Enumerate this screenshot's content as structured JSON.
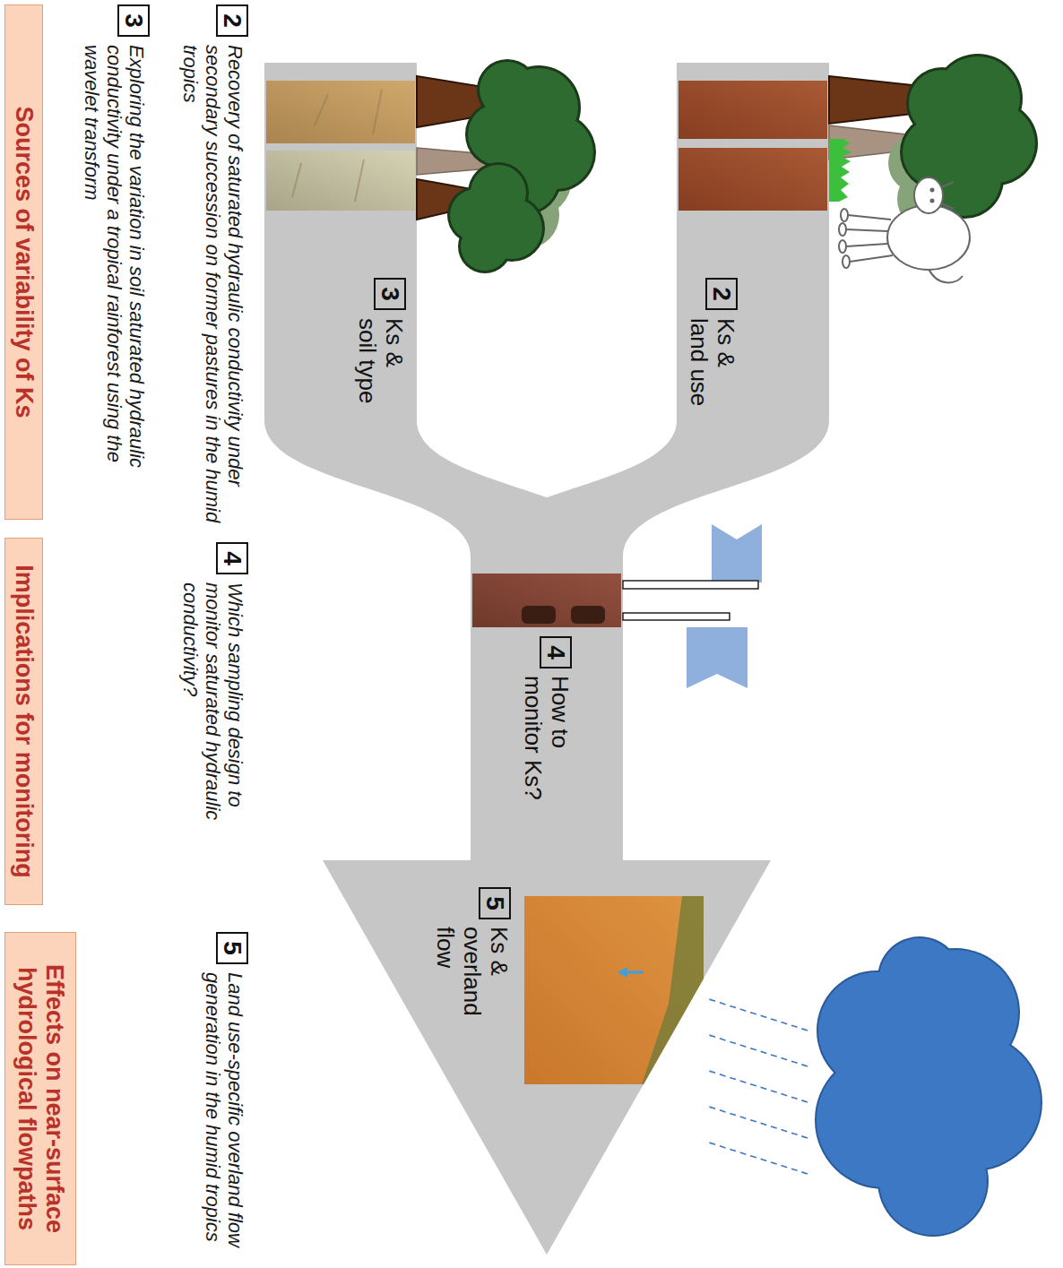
{
  "diagram": {
    "nodes": [
      {
        "text": [
          "Ks & land use"
        ]
      },
      {
        "text": [
          "Ks & soil type"
        ]
      },
      {
        "text": [
          "How to monitor Ks?"
        ]
      },
      {
        "text": [
          "Ks & overland flow"
        ]
      },
      {
        "text": [
          "Sources of variability of Ks"
        ]
      },
      {
        "text": [
          "Implications for monitoring"
        ]
      },
      {
        "text": [
          "Effects on near-surface hydrological flowpaths"
        ]
      }
    ],
    "edges": [
      {
        "from": 0,
        "to": 2,
        "arrow": "none"
      },
      {
        "from": 1,
        "to": 2,
        "arrow": "none"
      },
      {
        "from": 2,
        "to": 3,
        "arrow": "to"
      }
    ],
    "labels": [
      "2",
      "3",
      "4",
      "5",
      "2",
      "Recovery of saturated hydraulic conductivity under secondary succession on former pastures in the humid tropics",
      "3",
      "Exploring the variation in soil saturated hydraulic conductivity under a tropical rainforest using the wavelet transform",
      "4",
      "Which sampling design to monitor saturated hydraulic conductivity?",
      "5",
      "Land use-specific overland flow generation in the humid tropics"
    ]
  }
}
